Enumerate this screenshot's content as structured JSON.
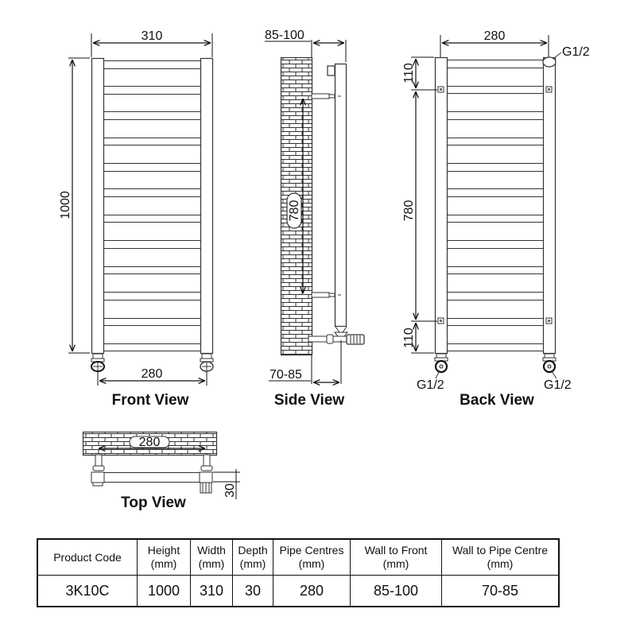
{
  "views": {
    "front": {
      "title": "Front View",
      "dim_width": "310",
      "dim_height": "1000",
      "dim_pipe_centres": "280"
    },
    "side": {
      "title": "Side View",
      "dim_wall_to_front": "85-100",
      "dim_bracket_centres": "780",
      "dim_wall_to_pipe": "70-85"
    },
    "back": {
      "title": "Back View",
      "dim_pipe_centres": "280",
      "dim_top_offset": "110",
      "dim_bracket_centres": "780",
      "dim_bottom_offset": "110",
      "label_top_valve": "G1/2",
      "label_bottom_left": "G1/2",
      "label_bottom_right": "G1/2"
    },
    "top": {
      "title": "Top View",
      "dim_pipe_centres": "280",
      "dim_depth": "30"
    }
  },
  "spec_table": {
    "headers": [
      {
        "line1": "Product Code",
        "line2": ""
      },
      {
        "line1": "Height",
        "line2": "(mm)"
      },
      {
        "line1": "Width",
        "line2": "(mm)"
      },
      {
        "line1": "Depth",
        "line2": "(mm)"
      },
      {
        "line1": "Pipe Centres",
        "line2": "(mm)"
      },
      {
        "line1": "Wall to Front",
        "line2": "(mm)"
      },
      {
        "line1": "Wall to Pipe Centre",
        "line2": "(mm)"
      }
    ],
    "row": {
      "product_code": "3K10C",
      "height": "1000",
      "width": "310",
      "depth": "30",
      "pipe_centres": "280",
      "wall_to_front": "85-100",
      "wall_to_pipe_centre": "70-85"
    }
  }
}
